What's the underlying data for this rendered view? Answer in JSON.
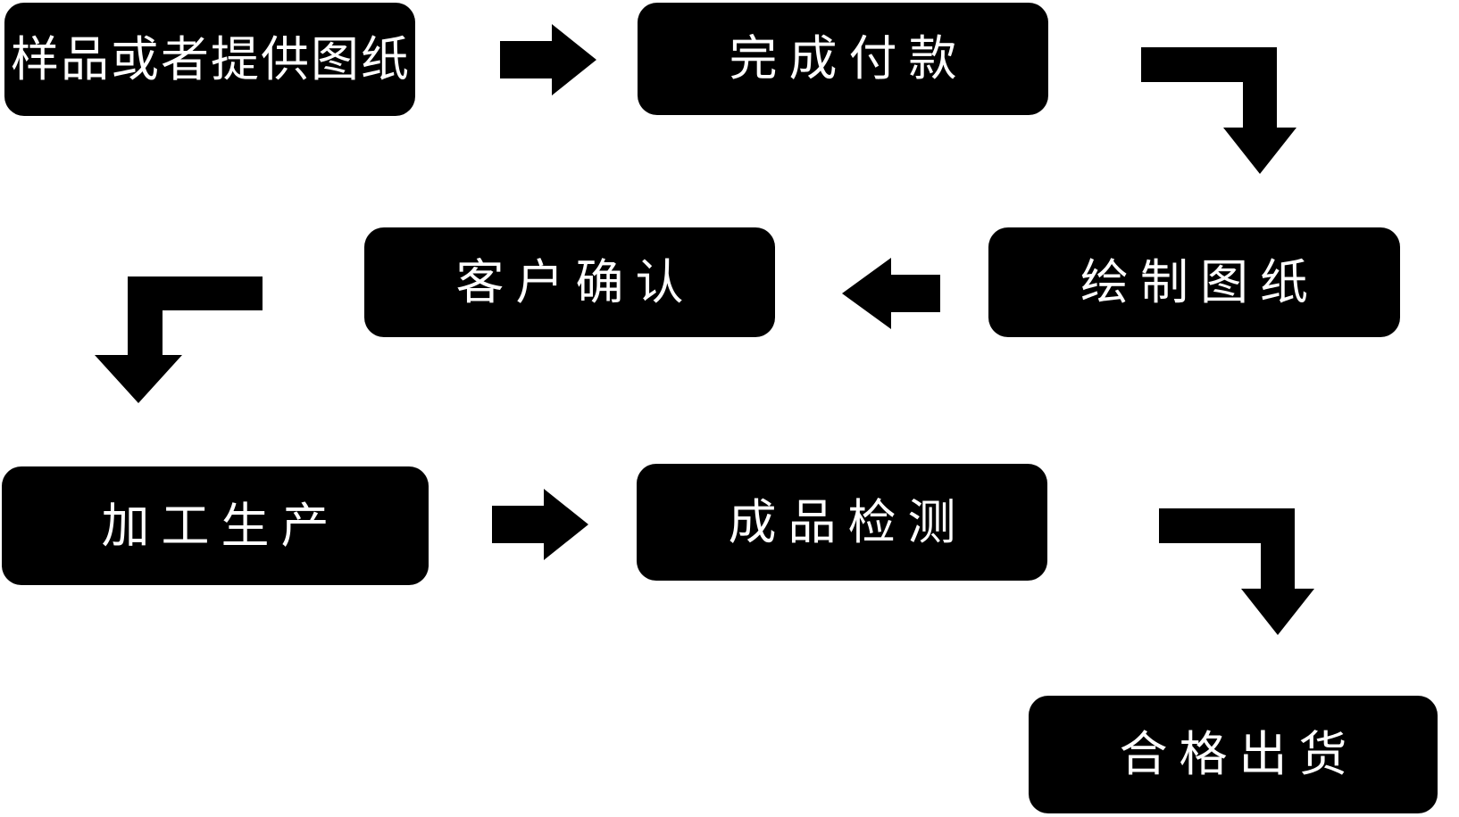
{
  "diagram": {
    "colors": {
      "background": "#ffffff",
      "node_bg": "#000000",
      "node_text": "#ffffff",
      "arrow": "#000000"
    },
    "nodes": [
      {
        "id": "step-1",
        "label": "样品或者提供图纸"
      },
      {
        "id": "step-2",
        "label": "完成付款"
      },
      {
        "id": "step-3",
        "label": "绘制图纸"
      },
      {
        "id": "step-4",
        "label": "客户确认"
      },
      {
        "id": "step-5",
        "label": "加工生产"
      },
      {
        "id": "step-6",
        "label": "成品检测"
      },
      {
        "id": "step-7",
        "label": "合格出货"
      }
    ],
    "connectors": [
      {
        "from": "step-1",
        "to": "step-2",
        "shape": "right-arrow"
      },
      {
        "from": "step-2",
        "to": "step-3",
        "shape": "elbow-down-right-arrow"
      },
      {
        "from": "step-3",
        "to": "step-4",
        "shape": "left-arrow"
      },
      {
        "from": "step-4",
        "to": "step-5",
        "shape": "elbow-down-left-arrow"
      },
      {
        "from": "step-5",
        "to": "step-6",
        "shape": "right-arrow"
      },
      {
        "from": "step-6",
        "to": "step-7",
        "shape": "elbow-down-right-arrow"
      }
    ]
  }
}
